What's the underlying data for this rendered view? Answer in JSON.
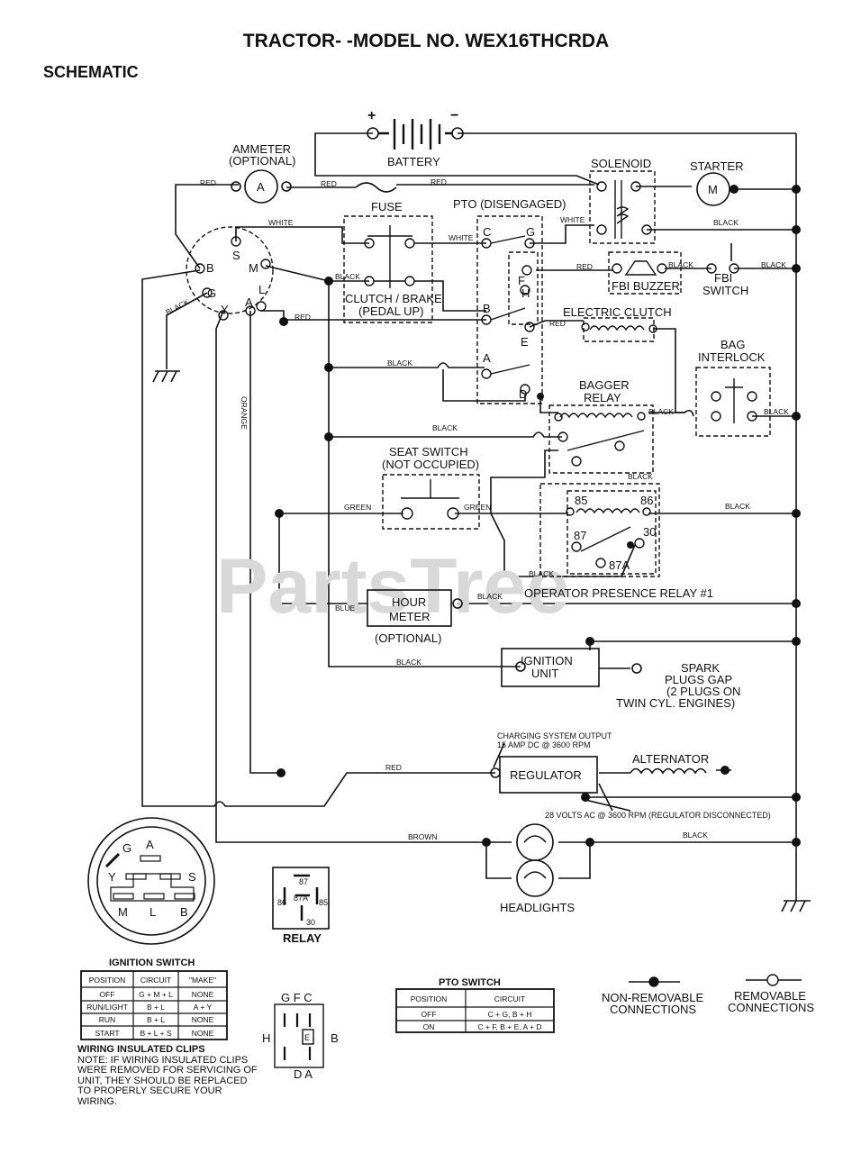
{
  "title": "TRACTOR- -MODEL NO. WEX16THCRDA",
  "subtitle": "SCHEMATIC",
  "watermark": "PartsTree",
  "components": {
    "ammeter": "AMMETER",
    "ammeter_opt": "(OPTIONAL)",
    "ammeter_symbol": "A",
    "battery": "BATTERY",
    "battery_plus": "+",
    "battery_minus": "−",
    "fuse": "FUSE",
    "solenoid": "SOLENOID",
    "starter": "STARTER",
    "starter_symbol": "M",
    "pto": "PTO (DISENGAGED)",
    "clutch_brake_1": "CLUTCH / BRAKE",
    "clutch_brake_2": "(PEDAL UP)",
    "fbi_buzzer": "FBI BUZZER",
    "fbi_switch_1": "FBI",
    "fbi_switch_2": "SWITCH",
    "electric_clutch": "ELECTRIC CLUTCH",
    "bag_interlock_1": "BAG",
    "bag_interlock_2": "INTERLOCK",
    "bagger_relay_1": "BAGGER",
    "bagger_relay_2": "RELAY",
    "seat_switch_1": "SEAT SWITCH",
    "seat_switch_2": "(NOT OCCUPIED)",
    "operator_relay": "OPERATOR PRESENCE RELAY #1",
    "hour_meter_1": "HOUR",
    "hour_meter_2": "METER",
    "hour_meter_opt": "(OPTIONAL)",
    "ignition_unit_1": "IGNITION",
    "ignition_unit_2": "UNIT",
    "spark_1": "SPARK",
    "spark_2": "PLUGS GAP",
    "spark_3": "(2 PLUGS ON",
    "spark_4": "TWIN CYL. ENGINES)",
    "charging_1": "CHARGING SYSTEM OUTPUT",
    "charging_2": "15 AMP DC @ 3600 RPM",
    "regulator": "REGULATOR",
    "alternator": "ALTERNATOR",
    "volts_note": "28 VOLTS AC @ 3600 RPM (REGULATOR DISCONNECTED)",
    "headlights": "HEADLIGHTS",
    "relay": "RELAY",
    "ignition_switch": "IGNITION SWITCH"
  },
  "wire_labels": {
    "red": "RED",
    "black": "BLACK",
    "white": "WHITE",
    "green": "GREEN",
    "blue": "BLUE",
    "orange": "ORANGE",
    "brown": "BROWN"
  },
  "terminals": {
    "ign_b": "B",
    "ign_s": "S",
    "ign_m": "M",
    "ign_g": "G",
    "ign_l": "L",
    "ign_y": "Y",
    "ign_a": "A",
    "pto_c": "C",
    "pto_g": "G",
    "pto_f": "F",
    "pto_h": "H",
    "pto_b": "B",
    "pto_e": "E",
    "pto_a": "A",
    "pto_d": "D",
    "r85": "85",
    "r86": "86",
    "r87": "87",
    "r30": "30",
    "r87a": "87A"
  },
  "ignition_table": {
    "headers": [
      "POSITION",
      "CIRCUIT",
      "\"MAKE\""
    ],
    "rows": [
      [
        "OFF",
        "G + M + L",
        "NONE"
      ],
      [
        "RUN/LIGHT",
        "B + L",
        "A + Y"
      ],
      [
        "RUN",
        "B + L",
        "NONE"
      ],
      [
        "START",
        "B + L + S",
        "NONE"
      ]
    ]
  },
  "pto_table": {
    "title": "PTO SWITCH",
    "headers": [
      "POSITION",
      "CIRCUIT"
    ],
    "rows": [
      [
        "OFF",
        "C + G, B + H"
      ],
      [
        "ON",
        "C + F, B + E, A + D"
      ]
    ]
  },
  "legend": {
    "non_removable_1": "NON-REMOVABLE",
    "non_removable_2": "CONNECTIONS",
    "removable_1": "REMOVABLE",
    "removable_2": "CONNECTIONS"
  },
  "pto_pinout": {
    "top": "G F C",
    "left": "H",
    "right": "B",
    "center": "E",
    "bottom": "D A"
  },
  "relay_pinout": {
    "p87": "87",
    "p87a": "87A",
    "p86": "86",
    "p85": "85",
    "p30": "30"
  },
  "ignition_face": {
    "g": "G",
    "a": "A",
    "y": "Y",
    "s": "S",
    "m": "M",
    "l": "L",
    "b": "B"
  },
  "notes": {
    "heading": "WIRING INSULATED CLIPS",
    "text": "NOTE: IF WIRING INSULATED CLIPS WERE REMOVED FOR SERVICING OF UNIT, THEY SHOULD BE REPLACED TO PROPERLY SECURE YOUR WIRING."
  }
}
